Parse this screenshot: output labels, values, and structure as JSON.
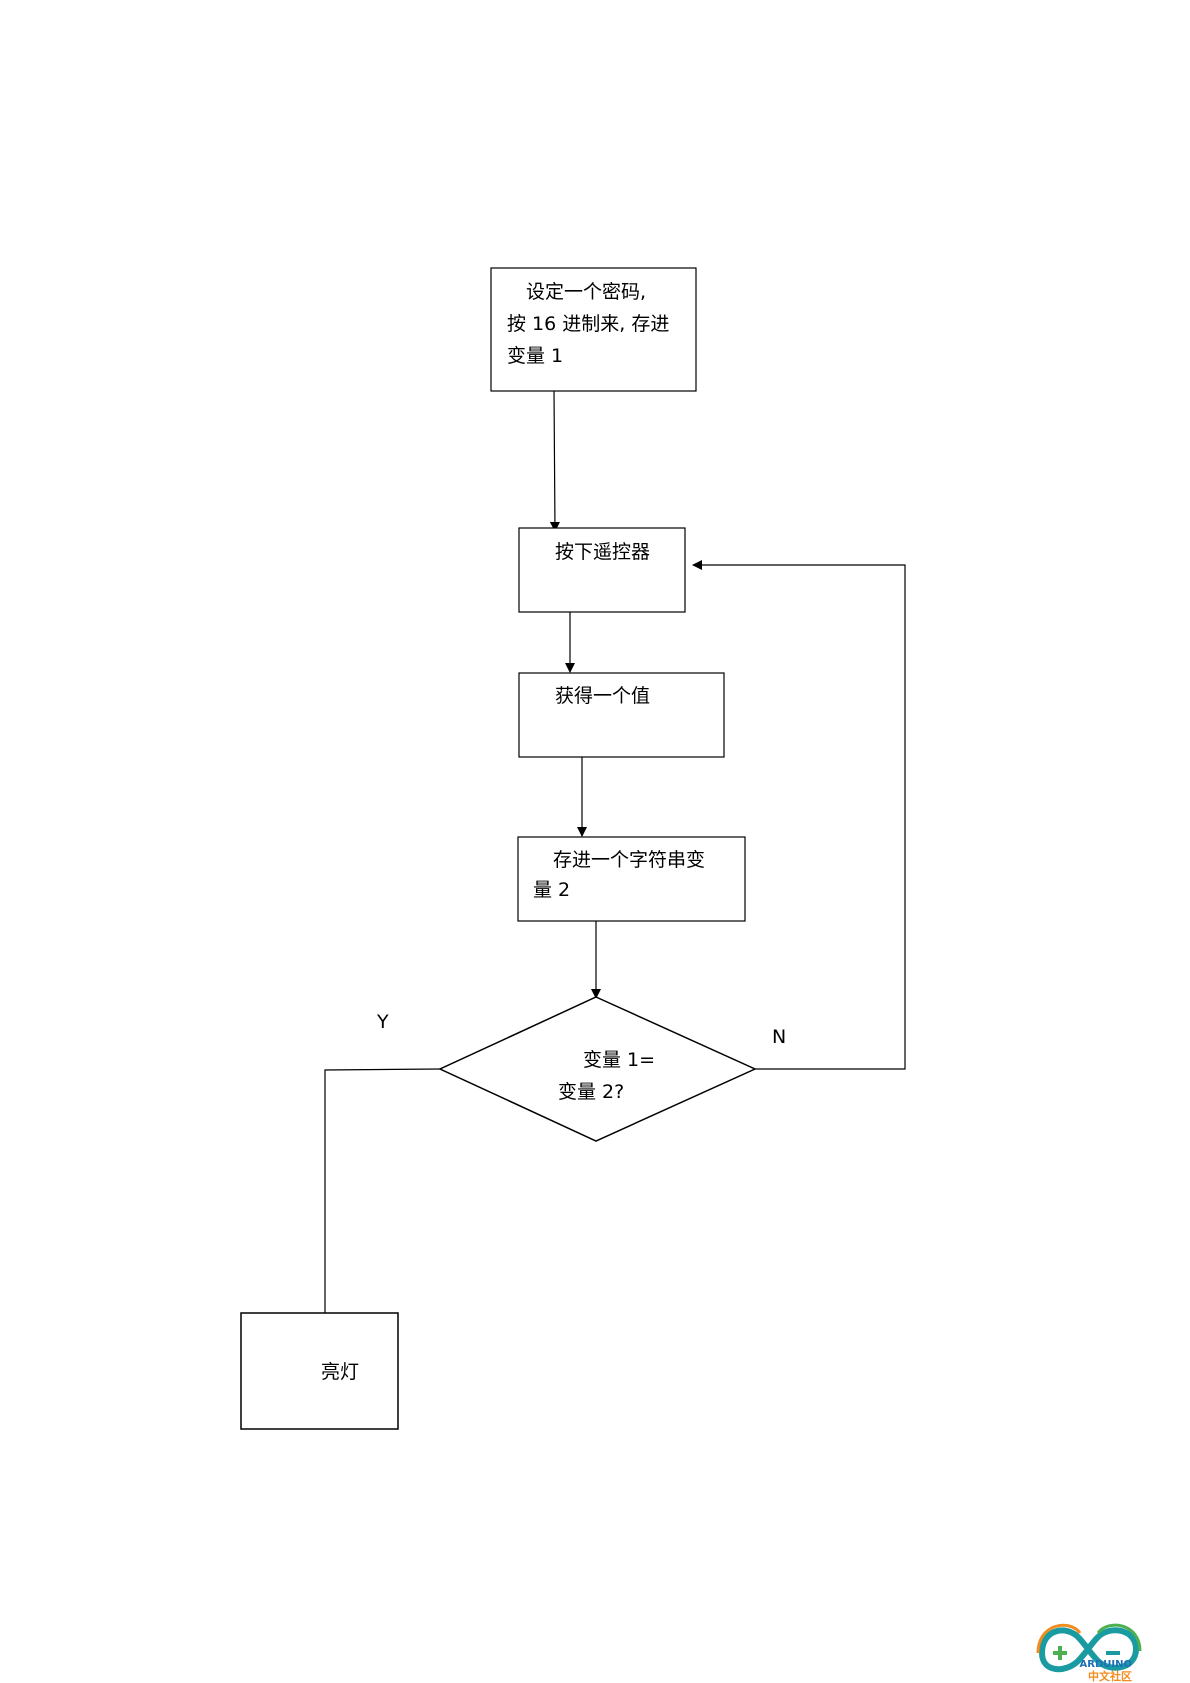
{
  "flowchart": {
    "steps": {
      "set_password": {
        "line1": "设定一个密码,",
        "line2": "按 16 进制来, 存进",
        "line3": "变量 1"
      },
      "press_remote": {
        "label": "按下遥控器"
      },
      "get_value": {
        "label": "获得一个值"
      },
      "store_string": {
        "line1": "存进一个字符串变",
        "line2": "量 2"
      },
      "decision": {
        "line1": "变量 1=",
        "line2": "变量 2?"
      },
      "light_on": {
        "label": "亮灯"
      }
    },
    "edge_labels": {
      "yes": "Y",
      "no": "N"
    }
  },
  "logo": {
    "brand": "ARDUINO",
    "community": "中文社区",
    "colors": {
      "teal": "#1a9ba1",
      "orange": "#f28c1e",
      "green": "#4caf50",
      "blue": "#1e6fb8"
    }
  }
}
